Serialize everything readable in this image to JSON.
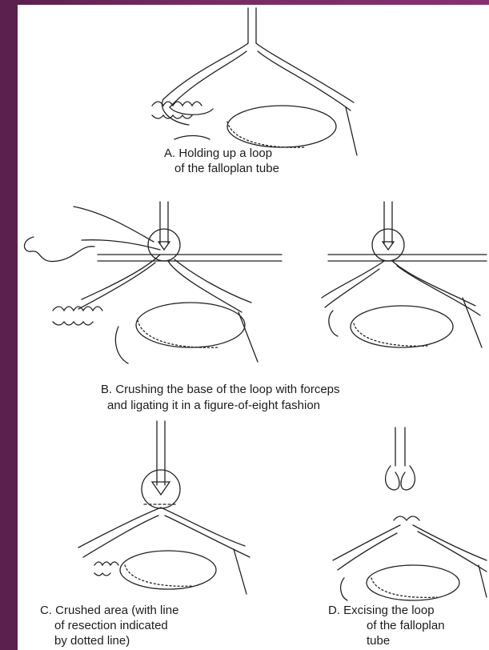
{
  "colors": {
    "background": "#762c63",
    "panel": "#ffffff",
    "ink": "#1c1c1c"
  },
  "captions": {
    "a_line1": "A. Holding up a loop",
    "a_line2": "of the falloplan tube",
    "b_line1": "B. Crushing the base of the loop with forceps",
    "b_line2": "and ligating it in a figure-of-eight fashion",
    "c_line1": "C. Crushed area (with line",
    "c_line2": "of resection indicated",
    "c_line3": "by dotted line)",
    "d_line1": "D. Excising the loop",
    "d_line2": "of the falloplan",
    "d_line3": "tube"
  }
}
